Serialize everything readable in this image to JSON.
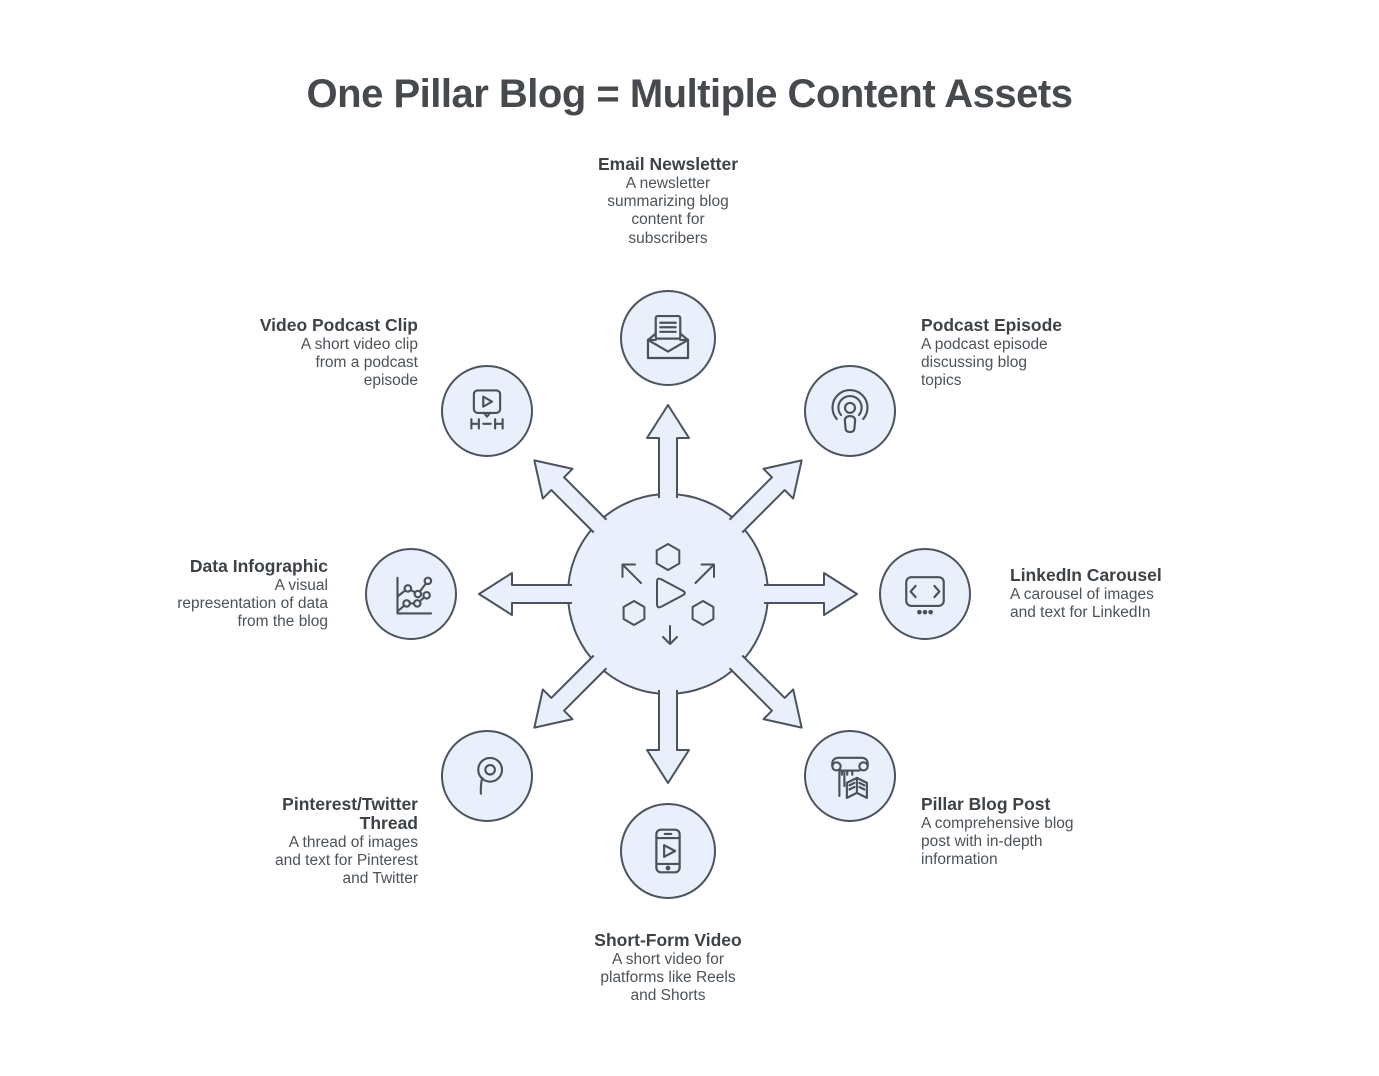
{
  "title": "One Pillar Blog = Multiple Content Assets",
  "colors": {
    "node_fill": "#E9EFFB",
    "node_outline": "#4A5360",
    "icon_stroke": "#4A5158",
    "heading_text": "#46494d",
    "label_text": "#3d4247",
    "body_text": "#4c525a",
    "background": "#ffffff"
  },
  "hub": {
    "icon": "content-distribution-hub-icon",
    "spoke_count": 8
  },
  "nodes": [
    {
      "id": "email-newsletter",
      "position": "top",
      "icon": "email-newsletter-icon",
      "label": "Email Newsletter",
      "description": "A newsletter\nsummarizing blog\ncontent for\nsubscribers"
    },
    {
      "id": "podcast-episode",
      "position": "top-right",
      "icon": "podcast-icon",
      "label": "Podcast Episode",
      "description": "A podcast episode\ndiscussing blog\ntopics"
    },
    {
      "id": "linkedin-carousel",
      "position": "right",
      "icon": "carousel-icon",
      "label": "LinkedIn Carousel",
      "description": "A carousel of images\nand text for LinkedIn"
    },
    {
      "id": "pillar-blog-post",
      "position": "bottom-right",
      "icon": "pillar-column-book-icon",
      "label": "Pillar Blog Post",
      "description": "A comprehensive blog\npost with in-depth\ninformation"
    },
    {
      "id": "short-form-video",
      "position": "bottom",
      "icon": "phone-video-icon",
      "label": "Short-Form Video",
      "description": "A short video for\nplatforms like Reels\nand Shorts"
    },
    {
      "id": "pinterest-twitter-thread",
      "position": "bottom-left",
      "icon": "pin-icon",
      "label": "Pinterest/Twitter\nThread",
      "description": "A thread of images\nand text for Pinterest\nand Twitter"
    },
    {
      "id": "data-infographic",
      "position": "left",
      "icon": "line-chart-icon",
      "label": "Data Infographic",
      "description": "A visual\nrepresentation of data\nfrom the blog"
    },
    {
      "id": "video-podcast-clip",
      "position": "top-left",
      "icon": "video-clip-bubble-icon",
      "label": "Video Podcast Clip",
      "description": "A short video clip\nfrom a podcast\nepisode"
    }
  ]
}
